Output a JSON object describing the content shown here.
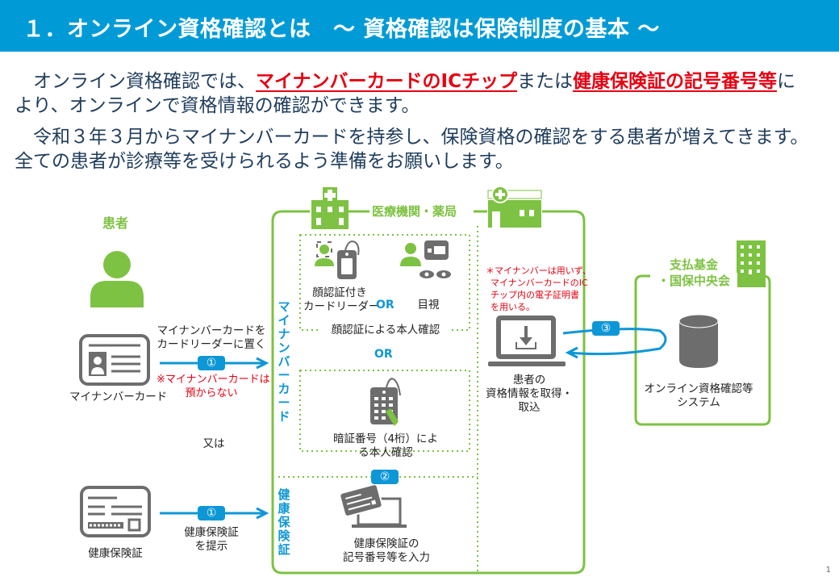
{
  "header": {
    "title": "１．オンライン資格確認とは　～ 資格確認は保険制度の基本 ～"
  },
  "intro": {
    "p1_prefix": "　オンライン資格確認では、",
    "p1_highlight1": "マイナンバーカードのICチップ",
    "p1_middle": "または",
    "p1_highlight2": "健康保険証の記号番号等",
    "p1_suffix": "に",
    "p1_line2": "より、オンラインで資格情報の確認ができます。",
    "p2_line1": "　令和３年３月からマイナンバーカードを持参し、保険資格の確認をする患者が増えてきます。",
    "p2_line2": "全ての患者が診療等を受けられるよう準備をお願いします。"
  },
  "patient": {
    "label": "患者",
    "card_label": "マイナンバーカード",
    "card_action": [
      "マイナンバーカードを",
      "カードリーダーに置く"
    ],
    "card_note": [
      "※マイナンバーカードは",
      "預からない"
    ],
    "or_label": "又は",
    "insurance_label": "健康保険証",
    "insurance_action": [
      "健康保険証",
      "を提示"
    ],
    "step_badge": "①"
  },
  "facility": {
    "label": "医療機関・薬局",
    "mynumber_vertical": "マイナンバーカード",
    "insurance_vertical": "健康保険証",
    "face_reader_label": [
      "顔認証付き",
      "カードリーダー"
    ],
    "or": "OR",
    "visual_label": "目視",
    "face_auth_caption": "顔認証による本人確認",
    "pin_label": [
      "暗証番号（4桁）によ",
      "る本人確認"
    ],
    "step2_badge": "②",
    "insurance_input_label": [
      "健康保険証の",
      "記号番号等を入力"
    ],
    "note": [
      "＊マイナンバーは用いず、",
      "マイナンバーカードのIC",
      "チップ内の電子証明書",
      "を用いる。"
    ],
    "retrieve_label": [
      "患者の",
      "資格情報を取得・",
      "取込"
    ],
    "step3_badge": "③"
  },
  "payer": {
    "label": [
      "支払基金",
      "・国保中央会"
    ],
    "system_label": [
      "オンライン資格確認等",
      "システム"
    ]
  },
  "colors": {
    "header_blue": "#009bd6",
    "accent_blue": "#0e97d6",
    "green": "#7dc242",
    "red": "#e60012",
    "icon_gray": "#6d6d6d"
  },
  "page_number": "1"
}
